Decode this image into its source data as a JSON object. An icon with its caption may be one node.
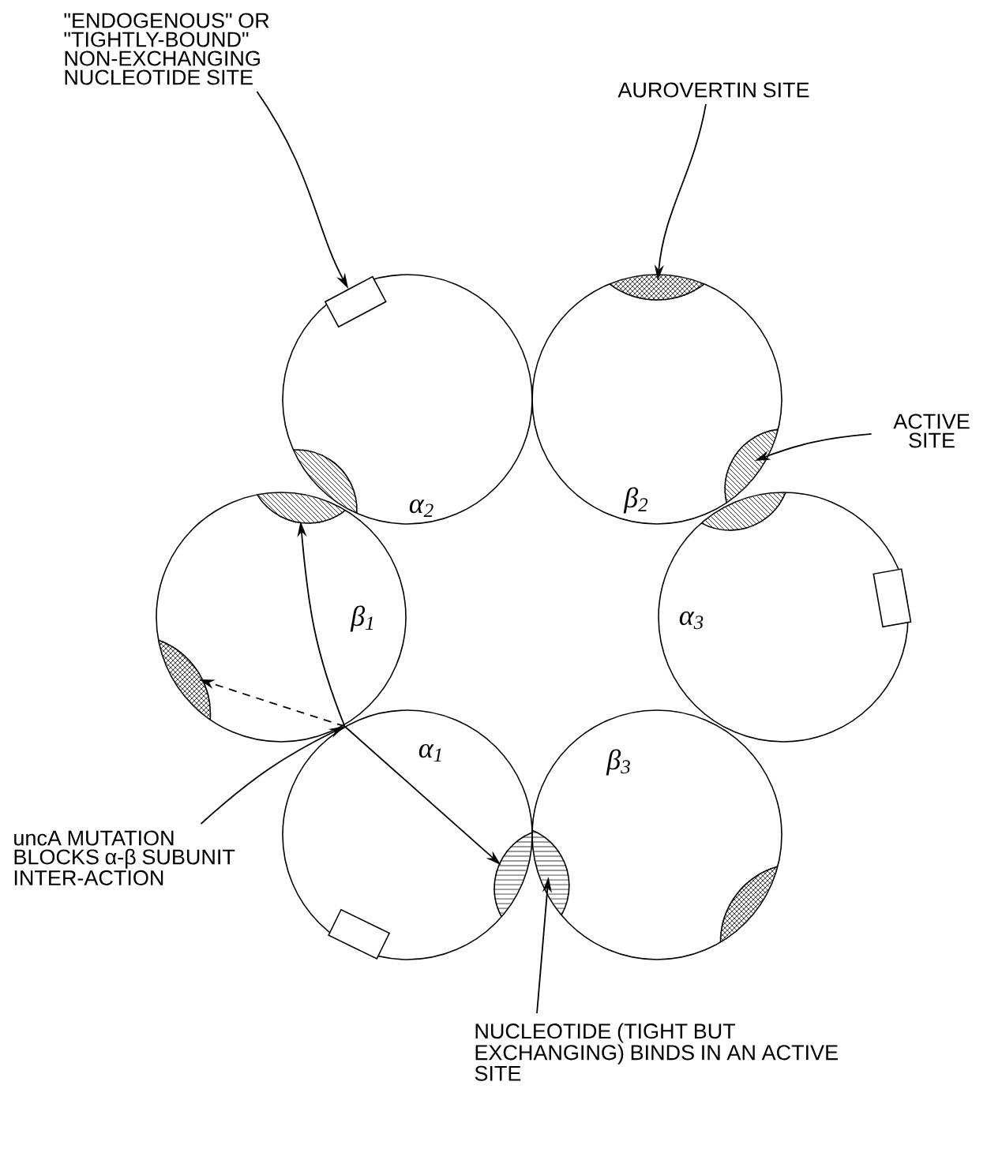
{
  "diagram": {
    "nodes": [
      {
        "text": [
          "\"ENDOGENOUS\" OR \"TIGHTLY-BOUND\" NON-EXCHANGING NUCLEOTIDE SITE"
        ]
      },
      {
        "text": [
          "AUROVERTIN SITE"
        ]
      },
      {
        "text": [
          "ACTIVE SITE"
        ]
      },
      {
        "text": [
          "uncA MUTATION BLOCKS α-β SUBUNIT INTER-ACTION"
        ]
      },
      {
        "text": [
          "NUCLEOTIDE (TIGHT BUT EXCHANGING) BINDS IN AN ACTIVE SITE"
        ]
      },
      {
        "text": [
          "α$_{2}$"
        ]
      },
      {
        "text": [
          "β$_{2}$"
        ]
      },
      {
        "text": [
          "α$_{3}$"
        ]
      },
      {
        "text": [
          "β$_{3}$"
        ]
      },
      {
        "text": [
          "α$_{1}$"
        ]
      },
      {
        "text": [
          "β$_{1}$"
        ]
      },
      {
        "text": [],
        "shape": "box",
        "in": 5
      },
      {
        "text": [],
        "shape": "lens",
        "in": 5
      },
      {
        "text": [],
        "shape": "lens",
        "in": 6
      },
      {
        "text": [],
        "shape": "lens",
        "in": 6
      },
      {
        "text": [],
        "shape": "lens",
        "in": 7
      },
      {
        "text": [],
        "shape": "box",
        "in": 7
      },
      {
        "text": [],
        "shape": "lens",
        "in": 8
      },
      {
        "text": [],
        "shape": "lens",
        "in": 8
      },
      {
        "text": [],
        "shape": "lens",
        "in": 9
      },
      {
        "text": [],
        "shape": "box",
        "in": 9
      },
      {
        "text": [],
        "shape": "lens",
        "in": 10
      },
      {
        "text": [],
        "shape": "lens",
        "in": 10
      }
    ],
    "edges": [
      {
        "from": 0,
        "to": 11,
        "arrow": "to"
      },
      {
        "from": 1,
        "to": 13,
        "arrow": "to"
      },
      {
        "from": 2,
        "to": 14,
        "arrow": "to"
      },
      {
        "from": 3,
        "to": 9,
        "arrow": "to"
      },
      {
        "from": 4,
        "to": 17,
        "arrow": "to"
      },
      {
        "from": 9,
        "to": 21,
        "arrow": "to"
      },
      {
        "from": 9,
        "to": 22,
        "arrow": "to",
        "style": "dashed"
      },
      {
        "from": 9,
        "to": 19,
        "arrow": "to"
      }
    ]
  }
}
